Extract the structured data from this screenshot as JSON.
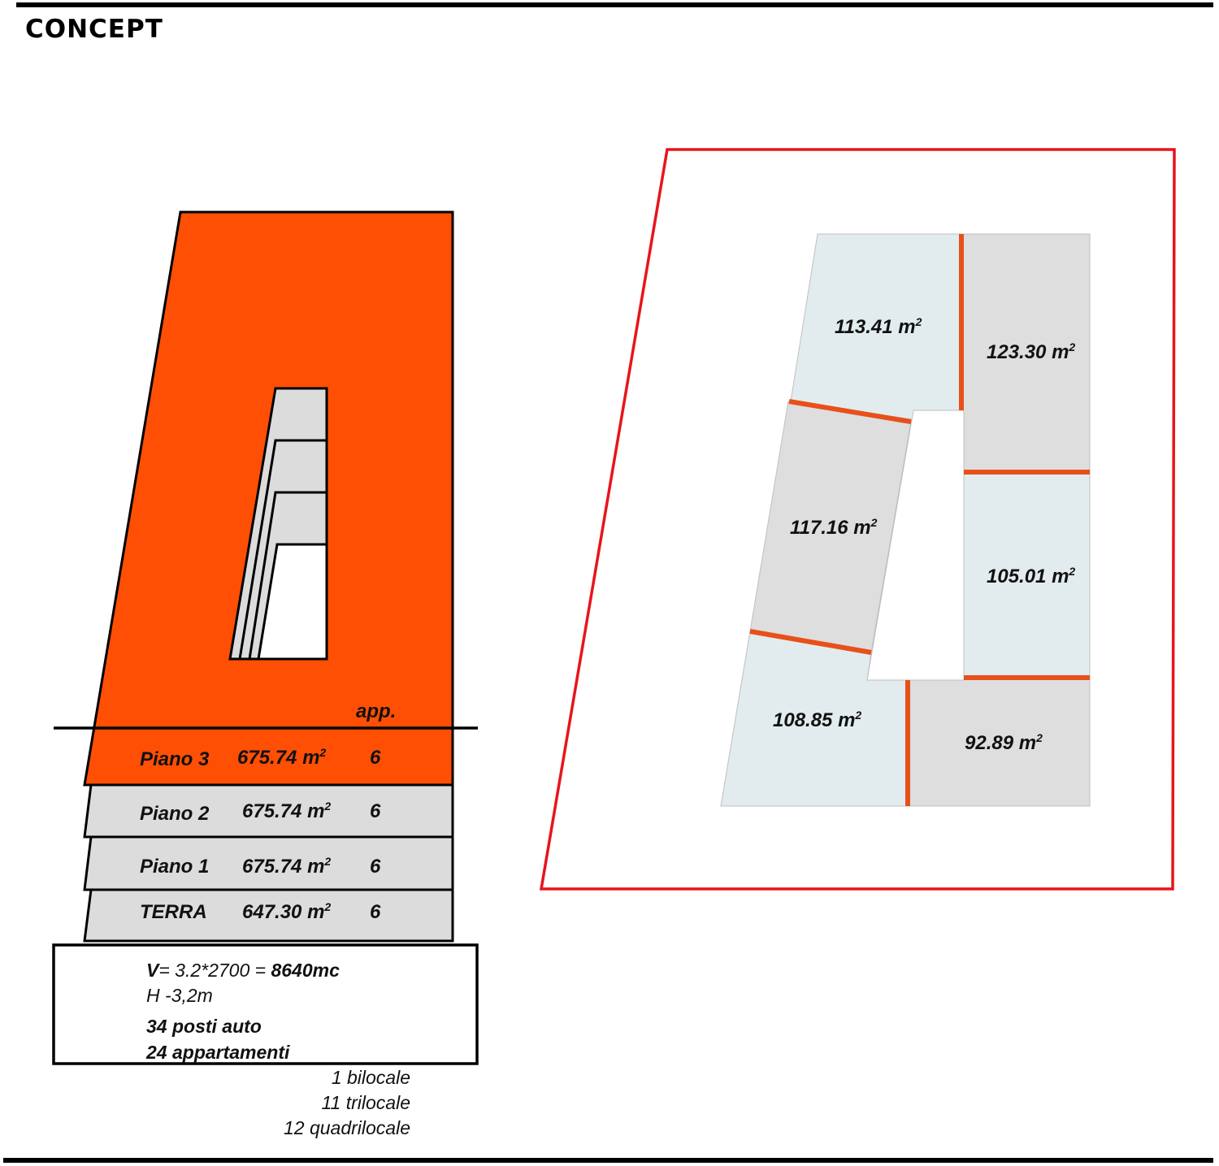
{
  "title": "CONCEPT",
  "column_header": "app.",
  "floors": [
    {
      "name": "Piano 3",
      "area": "675.74 m",
      "apps": "6"
    },
    {
      "name": "Piano 2",
      "area": "675.74 m",
      "apps": "6"
    },
    {
      "name": "Piano 1",
      "area": "675.74 m",
      "apps": "6"
    },
    {
      "name": "TERRA",
      "area": "647.30 m",
      "apps": "6"
    }
  ],
  "area_unit_exponent": "2",
  "summary": {
    "volume_prefix": "V",
    "volume_formula": "= 3.2*2700 = ",
    "volume_result": "8640mc",
    "height": "H -3,2m",
    "parking": "34 posti auto",
    "apartments": "24 appartamenti"
  },
  "apartment_types": [
    "1 bilocale",
    "11 trilocale",
    "12 quadrilocale"
  ],
  "units": [
    {
      "area": "113.41 m"
    },
    {
      "area": "123.30 m"
    },
    {
      "area": "117.16 m"
    },
    {
      "area": "105.01 m"
    },
    {
      "area": "108.85 m"
    },
    {
      "area": "92.89 m"
    }
  ],
  "colors": {
    "accent": "#ff4f04",
    "floor_grey": "#dcdcdc",
    "unit_light": "#e2ecee",
    "unit_grey": "#dedede",
    "divider": "#e8501a",
    "lot_outline": "#e8141c"
  }
}
